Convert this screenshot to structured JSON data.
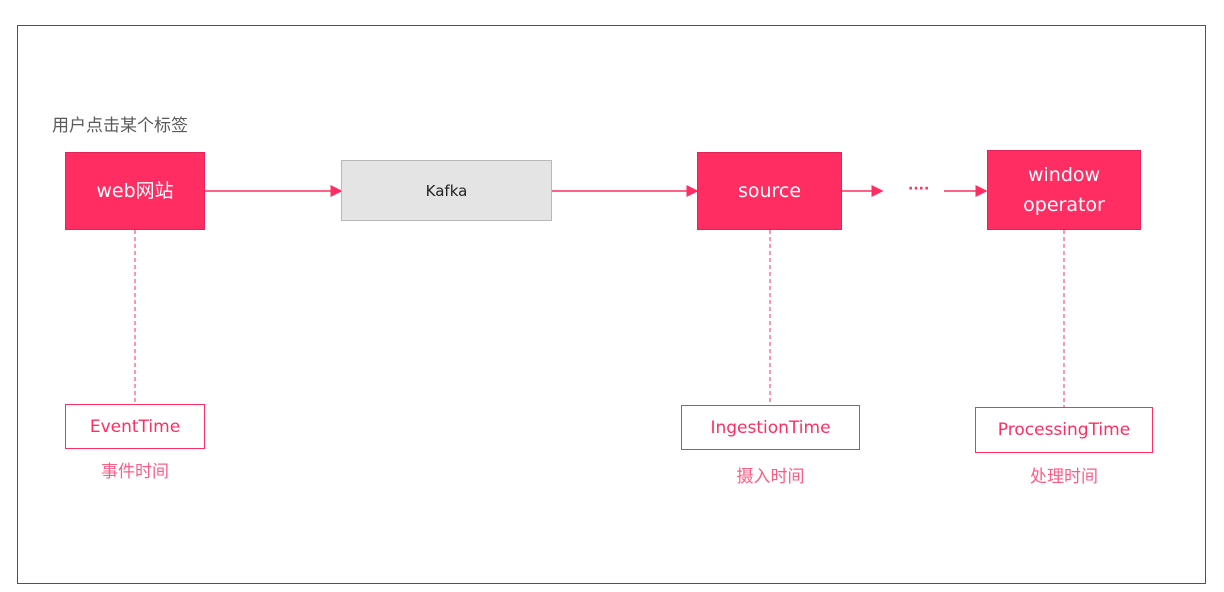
{
  "caption": "用户点击某个标签",
  "nodes": {
    "web": "web网站",
    "kafka": "Kafka",
    "source": "source",
    "window_line1": "window",
    "window_line2": "operator"
  },
  "ellipsis": "····",
  "labels": {
    "event_time": "EventTime",
    "event_time_zh": "事件时间",
    "ingestion_time": "IngestionTime",
    "ingestion_time_zh": "摄入时间",
    "processing_time": "ProcessingTime",
    "processing_time_zh": "处理时间"
  },
  "colors": {
    "accent": "#ff2d62",
    "frame": "#c2185b",
    "kafka_fill": "#e4e4e4"
  }
}
